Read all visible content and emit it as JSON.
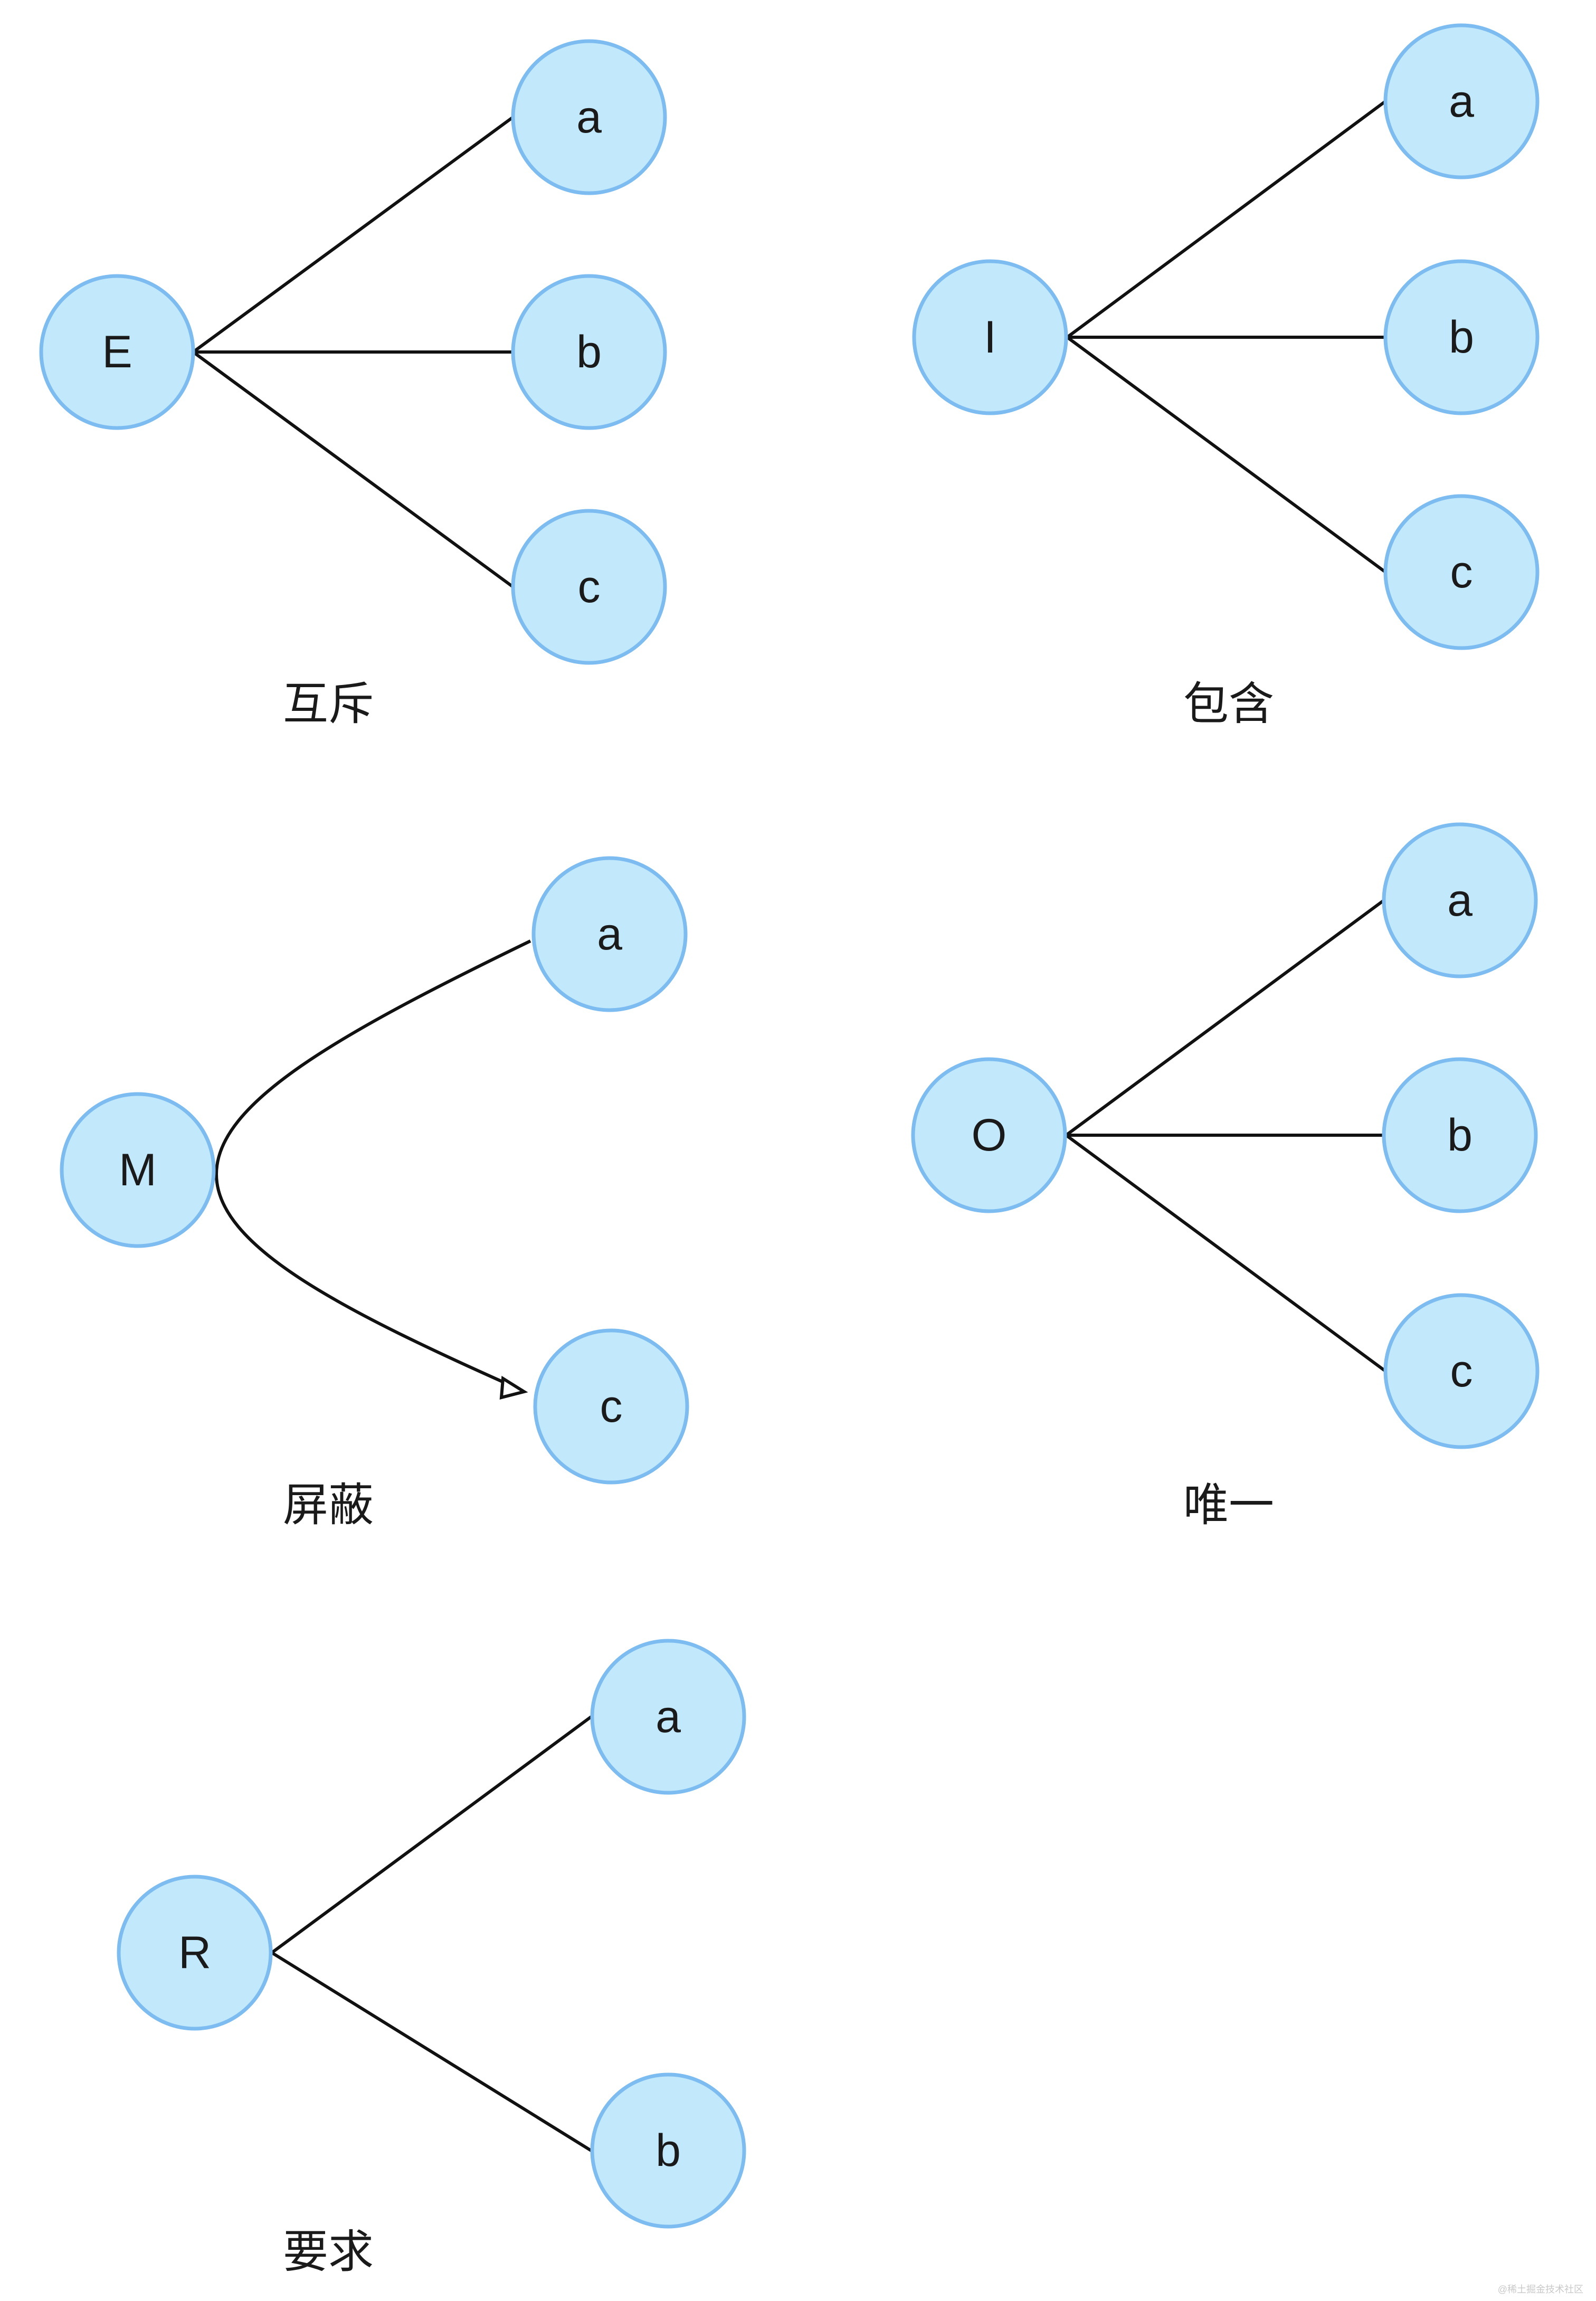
{
  "colors": {
    "node_fill": "#c2e8fb",
    "node_stroke": "#7dbcf0",
    "edge": "#111111",
    "text": "#1a1a1a",
    "background": "#ffffff"
  },
  "diagrams": [
    {
      "caption": "互斥",
      "root": "E",
      "children": [
        "a",
        "b",
        "c"
      ],
      "edge_style": "straight"
    },
    {
      "caption": "包含",
      "root": "I",
      "children": [
        "a",
        "b",
        "c"
      ],
      "edge_style": "straight"
    },
    {
      "caption": "屏蔽",
      "root": "M",
      "children": [
        "a",
        "c"
      ],
      "edge_style": "curved-arrow",
      "arrow_target": "c"
    },
    {
      "caption": "唯一",
      "root": "O",
      "children": [
        "a",
        "b",
        "c"
      ],
      "edge_style": "straight"
    },
    {
      "caption": "要求",
      "root": "R",
      "children": [
        "a",
        "b"
      ],
      "edge_style": "straight"
    }
  ],
  "watermark": "@稀土掘金技术社区"
}
